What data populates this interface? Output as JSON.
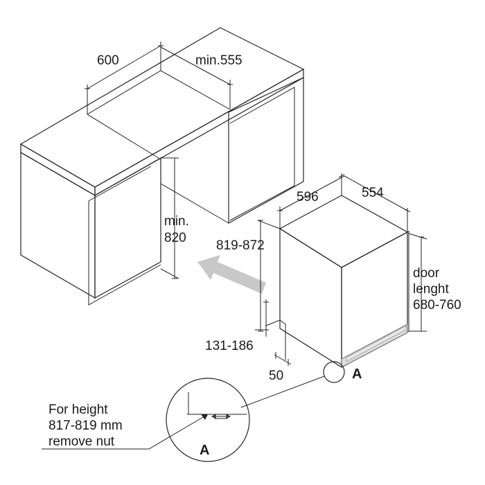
{
  "cabinet": {
    "width_label": "600",
    "depth_label": "min.555",
    "height_label_line1": "min.",
    "height_label_line2": "820"
  },
  "dishwasher": {
    "width_label": "596",
    "depth_label": "554",
    "height_label": "819-872",
    "door_label_line1": "door",
    "door_label_line2": "lenght",
    "door_label_line3": "680-760",
    "plinth_label": "131-186",
    "foot_label": "50",
    "detail_marker": "A"
  },
  "detail": {
    "note_line1": "For height",
    "note_line2": "817-819 mm",
    "note_line3": "remove nut",
    "marker": "A"
  },
  "colors": {
    "appliance_front": "#9a9a9a",
    "appliance_top": "#8a8a8a",
    "appliance_side": "#b0b0b0",
    "arrow": "#c8c8c8"
  }
}
